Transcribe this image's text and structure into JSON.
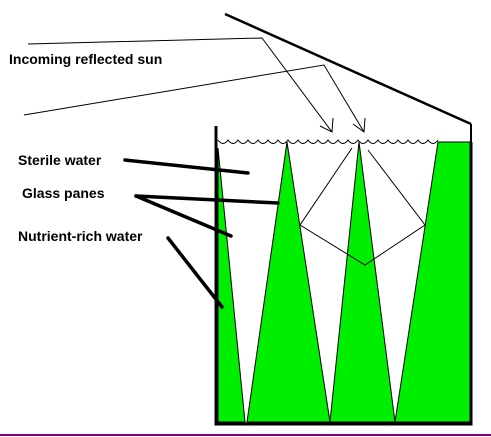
{
  "labels": {
    "incoming_sun": "Incoming reflected sun",
    "sterile_water": "Sterile water",
    "glass_panes": "Glass panes",
    "nutrient_water": "Nutrient-rich water"
  },
  "colors": {
    "nutrient_fill": "#00ee00",
    "outline": "#000000",
    "background": "#ffffff",
    "bottom_border": "#800080"
  }
}
